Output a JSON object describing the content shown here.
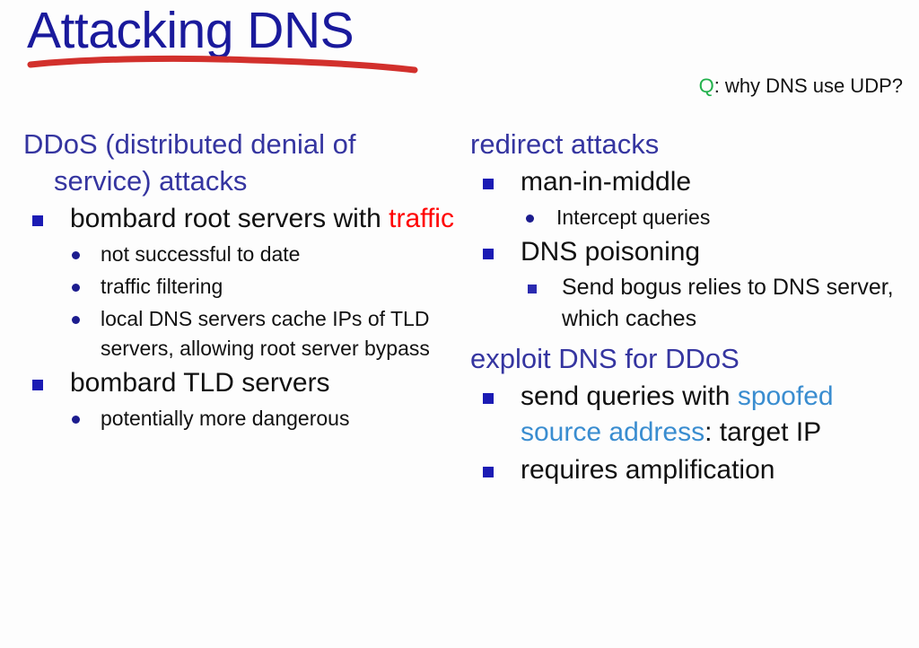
{
  "slide": {
    "title": "Attacking DNS",
    "title_color": "#1a1a9c",
    "underline_color": "#d2302c",
    "background_color": "#fdfdfd",
    "header_color": "#3535a0",
    "bullet_color": "#1b1bb4",
    "highlight_red": "#ff0000",
    "highlight_blue": "#3a8dd0",
    "question_green": "#22b14c"
  },
  "question": {
    "q_label": "Q",
    "text": ": why DNS use UDP?"
  },
  "left_column": {
    "section_1": {
      "header": "DDoS (distributed denial of service) attacks",
      "bullets": [
        {
          "level": 1,
          "text_before": "bombard root servers with ",
          "highlight": "traffic",
          "highlight_color": "red"
        },
        {
          "level": 2,
          "marker": "dot",
          "text": "not successful to date"
        },
        {
          "level": 2,
          "marker": "dot",
          "text": "traffic filtering"
        },
        {
          "level": 2,
          "marker": "dot",
          "text": "local DNS servers cache IPs of TLD servers, allowing root server bypass"
        },
        {
          "level": 1,
          "text": "bombard TLD servers"
        },
        {
          "level": 2,
          "marker": "dot",
          "text": "potentially more dangerous"
        }
      ]
    }
  },
  "right_column": {
    "section_1": {
      "header": "redirect attacks",
      "bullets": [
        {
          "level": 1,
          "text": "man-in-middle"
        },
        {
          "level": 2,
          "marker": "dot",
          "text": "Intercept queries"
        },
        {
          "level": 1,
          "text": "DNS poisoning"
        },
        {
          "level": 2,
          "marker": "square",
          "text": "Send bogus relies to DNS server, which caches"
        }
      ]
    },
    "section_2": {
      "header": "exploit DNS for DDoS",
      "bullets": [
        {
          "level": 1,
          "text_before": "send queries with ",
          "highlight": "spoofed source address",
          "highlight_color": "blue",
          "text_after": ": target IP"
        },
        {
          "level": 1,
          "text": "requires amplification"
        }
      ]
    }
  }
}
